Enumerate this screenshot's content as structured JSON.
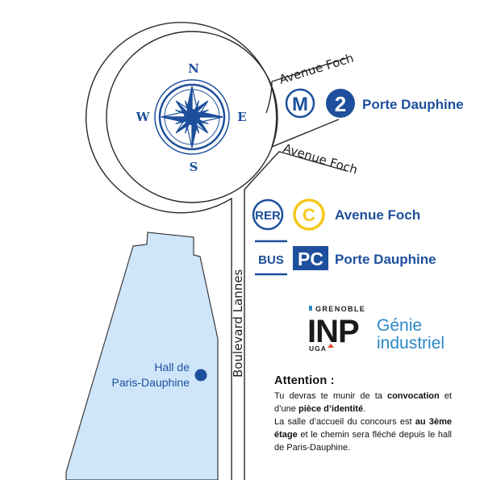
{
  "streets": {
    "avenue_foch_top": "Avenue Foch",
    "avenue_foch_bottom": "Avenue Foch",
    "boulevard_lannes": "Boulevard Lannes"
  },
  "compass": {
    "north": "N",
    "south": "S",
    "east": "E",
    "west": "W"
  },
  "metro": {
    "badge": "M",
    "line": "2",
    "station": "Porte Dauphine"
  },
  "rer": {
    "badge": "RER",
    "line": "C",
    "station": "Avenue Foch"
  },
  "bus": {
    "badge": "BUS",
    "line": "PC",
    "station": "Porte Dauphine"
  },
  "hall": {
    "line1": "Hall de",
    "line2": "Paris-Dauphine"
  },
  "logo": {
    "top": "GRENOBLE",
    "main": "INP",
    "sub": "UGA",
    "program_line1": "Génie",
    "program_line2": "industriel"
  },
  "attention": {
    "heading": "Attention :",
    "p1_a": "Tu devras te munir de ta ",
    "p1_b": "convocation",
    "p1_c": " et d’une ",
    "p1_d": "pièce d’identité",
    "p1_e": ".",
    "p2_a": "La salle d’accueil du concours est ",
    "p2_b": "au 3ème étage",
    "p2_c": " et le chemin sera fléché depuis le hall de Paris-Dauphine."
  },
  "colors": {
    "brand_blue": "#1d4f9c",
    "rer_yellow": "#f4c81b",
    "building_fill": "#cfe5fa",
    "road_stroke": "#2a2a2a",
    "logo_blue": "#2b88c8"
  }
}
